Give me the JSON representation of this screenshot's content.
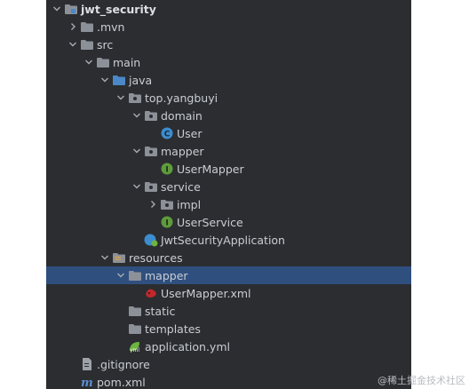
{
  "tree": {
    "items": [
      {
        "label": "jwt_security",
        "depth": 0,
        "expanded": true,
        "icon": "folder-module-icon",
        "bold": true
      },
      {
        "label": ".mvn",
        "depth": 1,
        "expanded": false,
        "icon": "folder-icon"
      },
      {
        "label": "src",
        "depth": 1,
        "expanded": true,
        "icon": "folder-icon"
      },
      {
        "label": "main",
        "depth": 2,
        "expanded": true,
        "icon": "folder-icon"
      },
      {
        "label": "java",
        "depth": 3,
        "expanded": true,
        "icon": "folder-source-icon"
      },
      {
        "label": "top.yangbuyi",
        "depth": 4,
        "expanded": true,
        "icon": "package-icon"
      },
      {
        "label": "domain",
        "depth": 5,
        "expanded": true,
        "icon": "package-icon"
      },
      {
        "label": "User",
        "depth": 6,
        "icon": "class-icon"
      },
      {
        "label": "mapper",
        "depth": 5,
        "expanded": true,
        "icon": "package-icon"
      },
      {
        "label": "UserMapper",
        "depth": 6,
        "icon": "interface-icon"
      },
      {
        "label": "service",
        "depth": 5,
        "expanded": true,
        "icon": "package-icon"
      },
      {
        "label": "impl",
        "depth": 6,
        "expanded": false,
        "icon": "package-icon"
      },
      {
        "label": "UserService",
        "depth": 6,
        "icon": "interface-icon"
      },
      {
        "label": "JwtSecurityApplication",
        "depth": 5,
        "icon": "spring-boot-class-icon"
      },
      {
        "label": "resources",
        "depth": 3,
        "expanded": true,
        "icon": "folder-resources-icon"
      },
      {
        "label": "mapper",
        "depth": 4,
        "expanded": true,
        "icon": "folder-icon",
        "selected": true
      },
      {
        "label": "UserMapper.xml",
        "depth": 5,
        "icon": "mybatis-xml-icon"
      },
      {
        "label": "static",
        "depth": 4,
        "icon": "folder-icon"
      },
      {
        "label": "templates",
        "depth": 4,
        "icon": "folder-icon"
      },
      {
        "label": "application.yml",
        "depth": 4,
        "icon": "spring-yml-icon"
      },
      {
        "label": ".gitignore",
        "depth": 1,
        "icon": "gitignore-icon"
      },
      {
        "label": "pom.xml",
        "depth": 1,
        "icon": "maven-icon"
      }
    ]
  },
  "watermark": "@稀土掘金技术社区",
  "colors": {
    "panel_bg": "#2b2d30",
    "selected_bg": "#2f4f7f",
    "folder": "#8c9099",
    "class_icon": "#3d8ccf",
    "interface_icon": "#5f9b3c",
    "spring": "#6db33f",
    "mybatis": "#c0282b"
  }
}
